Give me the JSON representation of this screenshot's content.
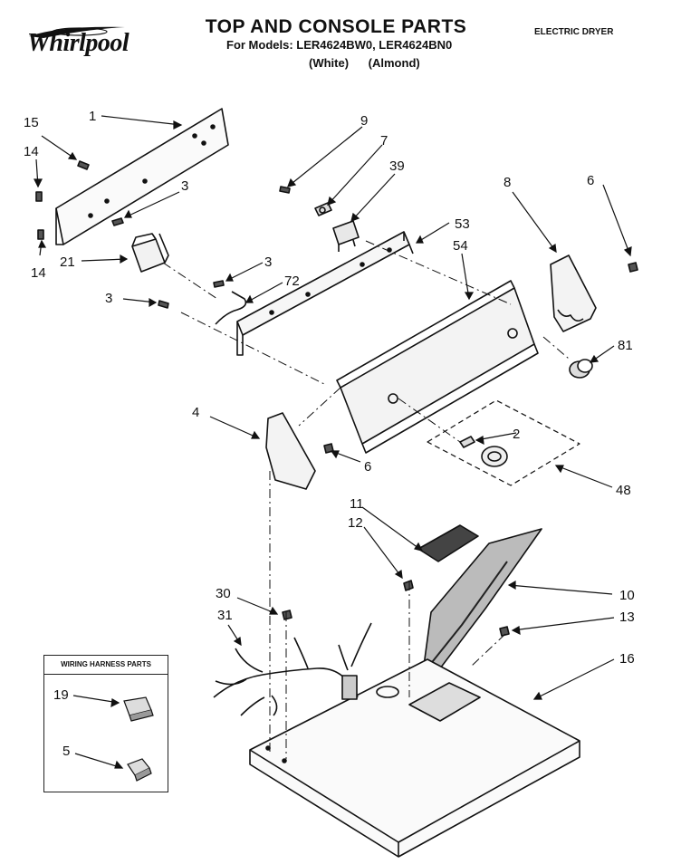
{
  "header": {
    "brand": "Whirlpool",
    "title": "TOP AND CONSOLE PARTS",
    "models_line": "For Models: LER4624BW0, LER4624BN0",
    "color_white": "(White)",
    "color_almond": "(Almond)",
    "product_type": "ELECTRIC DRYER"
  },
  "inset": {
    "title": "WIRING HARNESS PARTS",
    "callouts": [
      "19",
      "5"
    ]
  },
  "callouts": [
    "1",
    "15",
    "14",
    "3",
    "14",
    "21",
    "3",
    "72",
    "3",
    "9",
    "7",
    "39",
    "53",
    "54",
    "8",
    "6",
    "81",
    "4",
    "2",
    "6",
    "48",
    "11",
    "12",
    "30",
    "31",
    "10",
    "13",
    "16"
  ]
}
